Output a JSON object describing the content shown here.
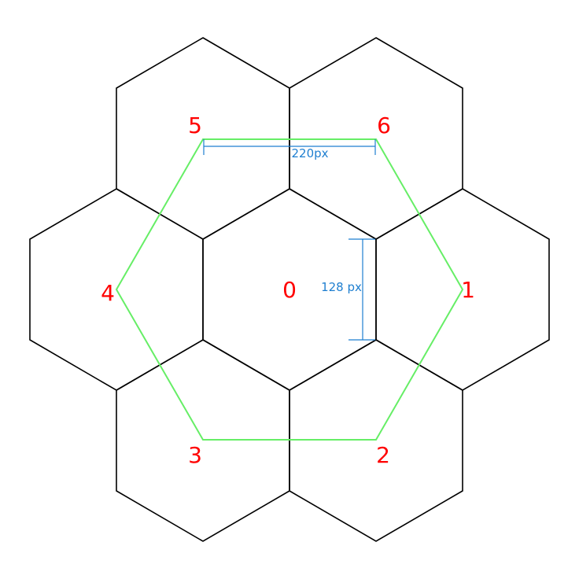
{
  "colors": {
    "hex_stroke": "#000000",
    "overlay_stroke": "#66ee66",
    "label": "#ff0000",
    "dimension": "#1f7fd0"
  },
  "labels": {
    "n0": "0",
    "n1": "1",
    "n2": "2",
    "n3": "3",
    "n4": "4",
    "n5": "5",
    "n6": "6"
  },
  "dimensions": {
    "width_label": "220px",
    "height_label": "128 px"
  }
}
